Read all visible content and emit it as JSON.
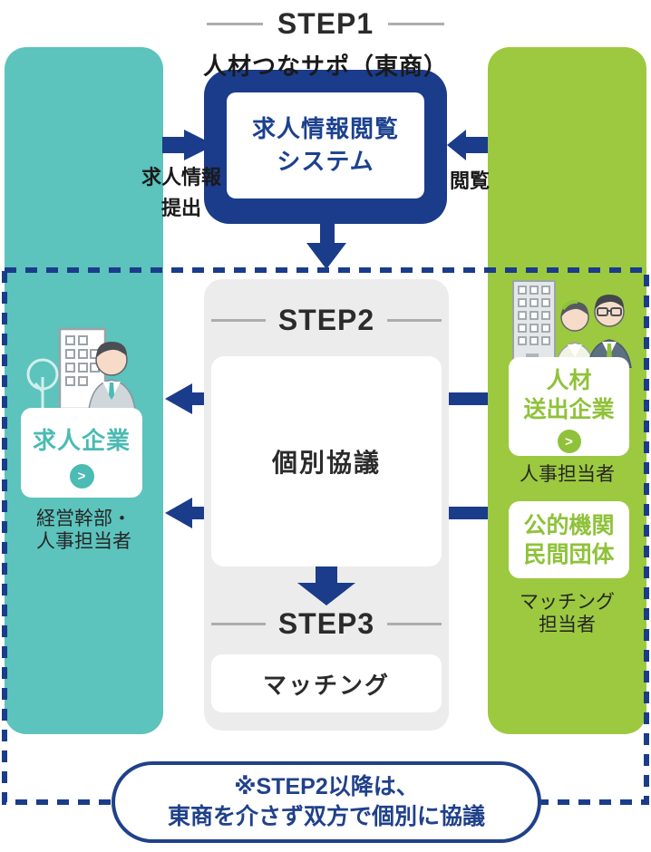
{
  "colors": {
    "teal_column": "#5cc3bd",
    "green_column": "#9cc93f",
    "navy": "#1a3c8a",
    "navy_text": "#1c418f",
    "gray_panel": "#ececec",
    "heading_line": "#adadad",
    "dark_text": "#262626",
    "teal_accent": "#4bbbb3",
    "green_accent": "#8fc23a",
    "pill_navy": "#20418a"
  },
  "step1": {
    "heading": "STEP1",
    "org_title": "人材つなサポ（東商）",
    "system_box_label": "求人情報閲覧\nシステム",
    "submit_label": "求人情報\n提出",
    "view_label": "閲覧"
  },
  "left_column": {
    "card_label": "求人企業",
    "chevron": ">",
    "caption": "経営幹部・\n人事担当者"
  },
  "right_column": {
    "send_card_label": "人材\n送出企業",
    "chevron": ">",
    "send_caption": "人事担当者",
    "org_card_label": "公的機関\n民間団体",
    "org_caption": "マッチング\n担当者"
  },
  "step2": {
    "heading": "STEP2",
    "box_label": "個別協議"
  },
  "step3": {
    "heading": "STEP3",
    "box_label": "マッチング"
  },
  "footnote": "※STEP2以降は、\n東商を介さず双方で個別に協議"
}
